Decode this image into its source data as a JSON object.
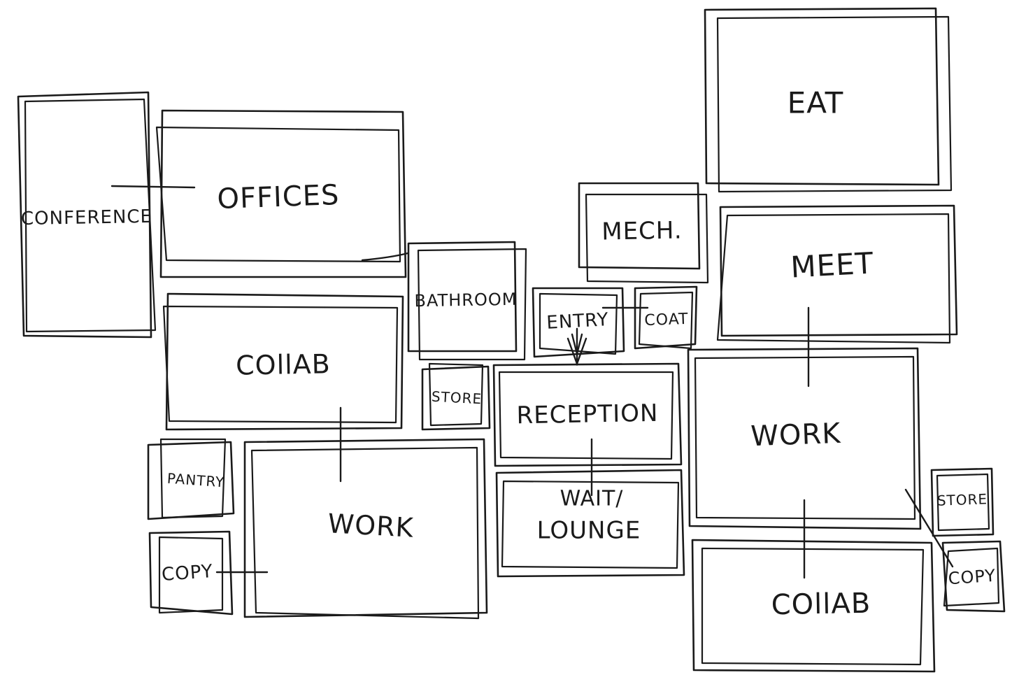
{
  "rooms": [
    {
      "id": "conference",
      "label": "CONFERENCE"
    },
    {
      "id": "offices",
      "label": "OFFICES"
    },
    {
      "id": "collab-left",
      "label": "COllAB"
    },
    {
      "id": "pantry",
      "label": "PANTRY"
    },
    {
      "id": "copy-left",
      "label": "COPY"
    },
    {
      "id": "work-left",
      "label": "WORK"
    },
    {
      "id": "bathroom",
      "label": "BATHROOM"
    },
    {
      "id": "store-left",
      "label": "STORE"
    },
    {
      "id": "entry",
      "label": "ENTRY"
    },
    {
      "id": "coat",
      "label": "COAT"
    },
    {
      "id": "reception",
      "label": "RECEPTION"
    },
    {
      "id": "wait-lounge",
      "label": "WAIT/ LOUNGE",
      "lines": [
        "WAIT/",
        "LOUNGE"
      ]
    },
    {
      "id": "mech",
      "label": "MECH."
    },
    {
      "id": "eat",
      "label": "EAT"
    },
    {
      "id": "meet",
      "label": "MEET"
    },
    {
      "id": "work-right",
      "label": "WORK"
    },
    {
      "id": "store-right",
      "label": "STORE"
    },
    {
      "id": "copy-right",
      "label": "COPY"
    },
    {
      "id": "collab-right",
      "label": "COllAB"
    }
  ],
  "connections": [
    {
      "from": "conference",
      "to": "offices"
    },
    {
      "from": "collab-left",
      "to": "work-left"
    },
    {
      "from": "copy-left",
      "to": "work-left"
    },
    {
      "from": "offices",
      "to": "bathroom"
    },
    {
      "from": "entry",
      "to": "coat"
    },
    {
      "from": "entry",
      "to": "reception"
    },
    {
      "from": "reception",
      "to": "wait-lounge"
    },
    {
      "from": "meet",
      "to": "work-right"
    },
    {
      "from": "work-right",
      "to": "collab-right"
    },
    {
      "from": "work-right",
      "to": "copy-right"
    }
  ],
  "colors": {
    "ink": "#1a1a1a",
    "paper": "#ffffff"
  }
}
